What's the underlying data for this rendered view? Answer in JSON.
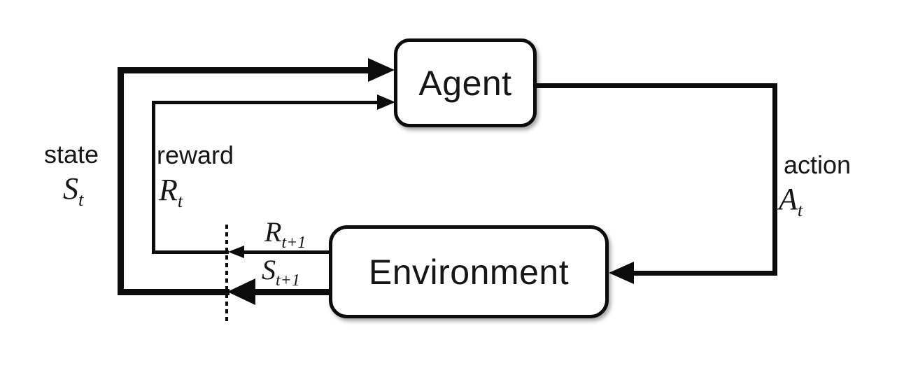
{
  "diagram": {
    "agent": {
      "label": "Agent"
    },
    "environment": {
      "label": "Environment"
    },
    "state": {
      "word": "state",
      "base": "S",
      "sub": "t"
    },
    "reward": {
      "word": "reward",
      "base": "R",
      "sub": "t"
    },
    "action": {
      "word": "action",
      "base": "A",
      "sub": "t"
    },
    "next_reward": {
      "base": "R",
      "sub": "t+1"
    },
    "next_state": {
      "base": "S",
      "sub": "t+1"
    },
    "colors": {
      "line": "#0c0c0c",
      "box_background": "#ffffff",
      "page_background": "#ffffff",
      "text": "#161616"
    }
  }
}
